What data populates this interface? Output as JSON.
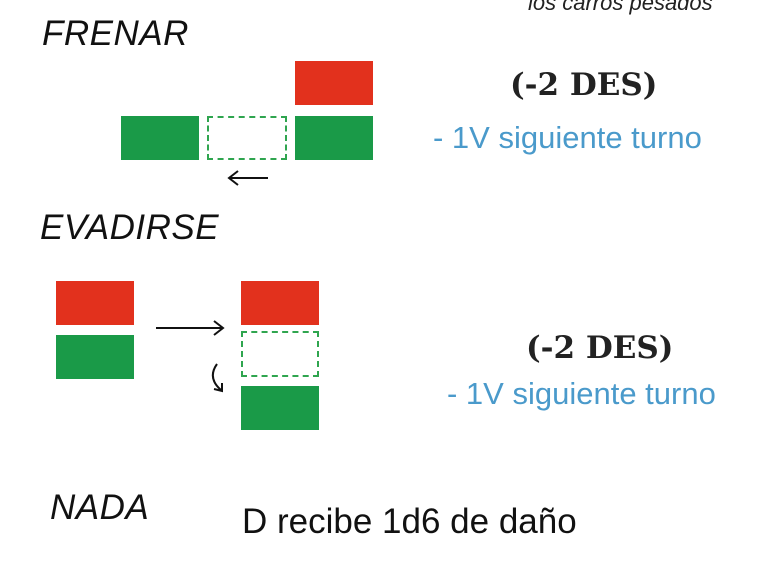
{
  "top_note": "los carros pesados",
  "colors": {
    "red": "#e2311d",
    "green": "#1a9a48",
    "blue_text": "#4a9acb"
  },
  "frenar": {
    "title": "FRENAR",
    "penalty": "(-2 DES)",
    "effect": "- 1V siguiente turno"
  },
  "evadirse": {
    "title": "EVADIRSE",
    "penalty": "(-2 DES)",
    "effect": "- 1V siguiente turno"
  },
  "nada": {
    "title": "NADA",
    "effect": "D recibe 1d6 de daño"
  }
}
